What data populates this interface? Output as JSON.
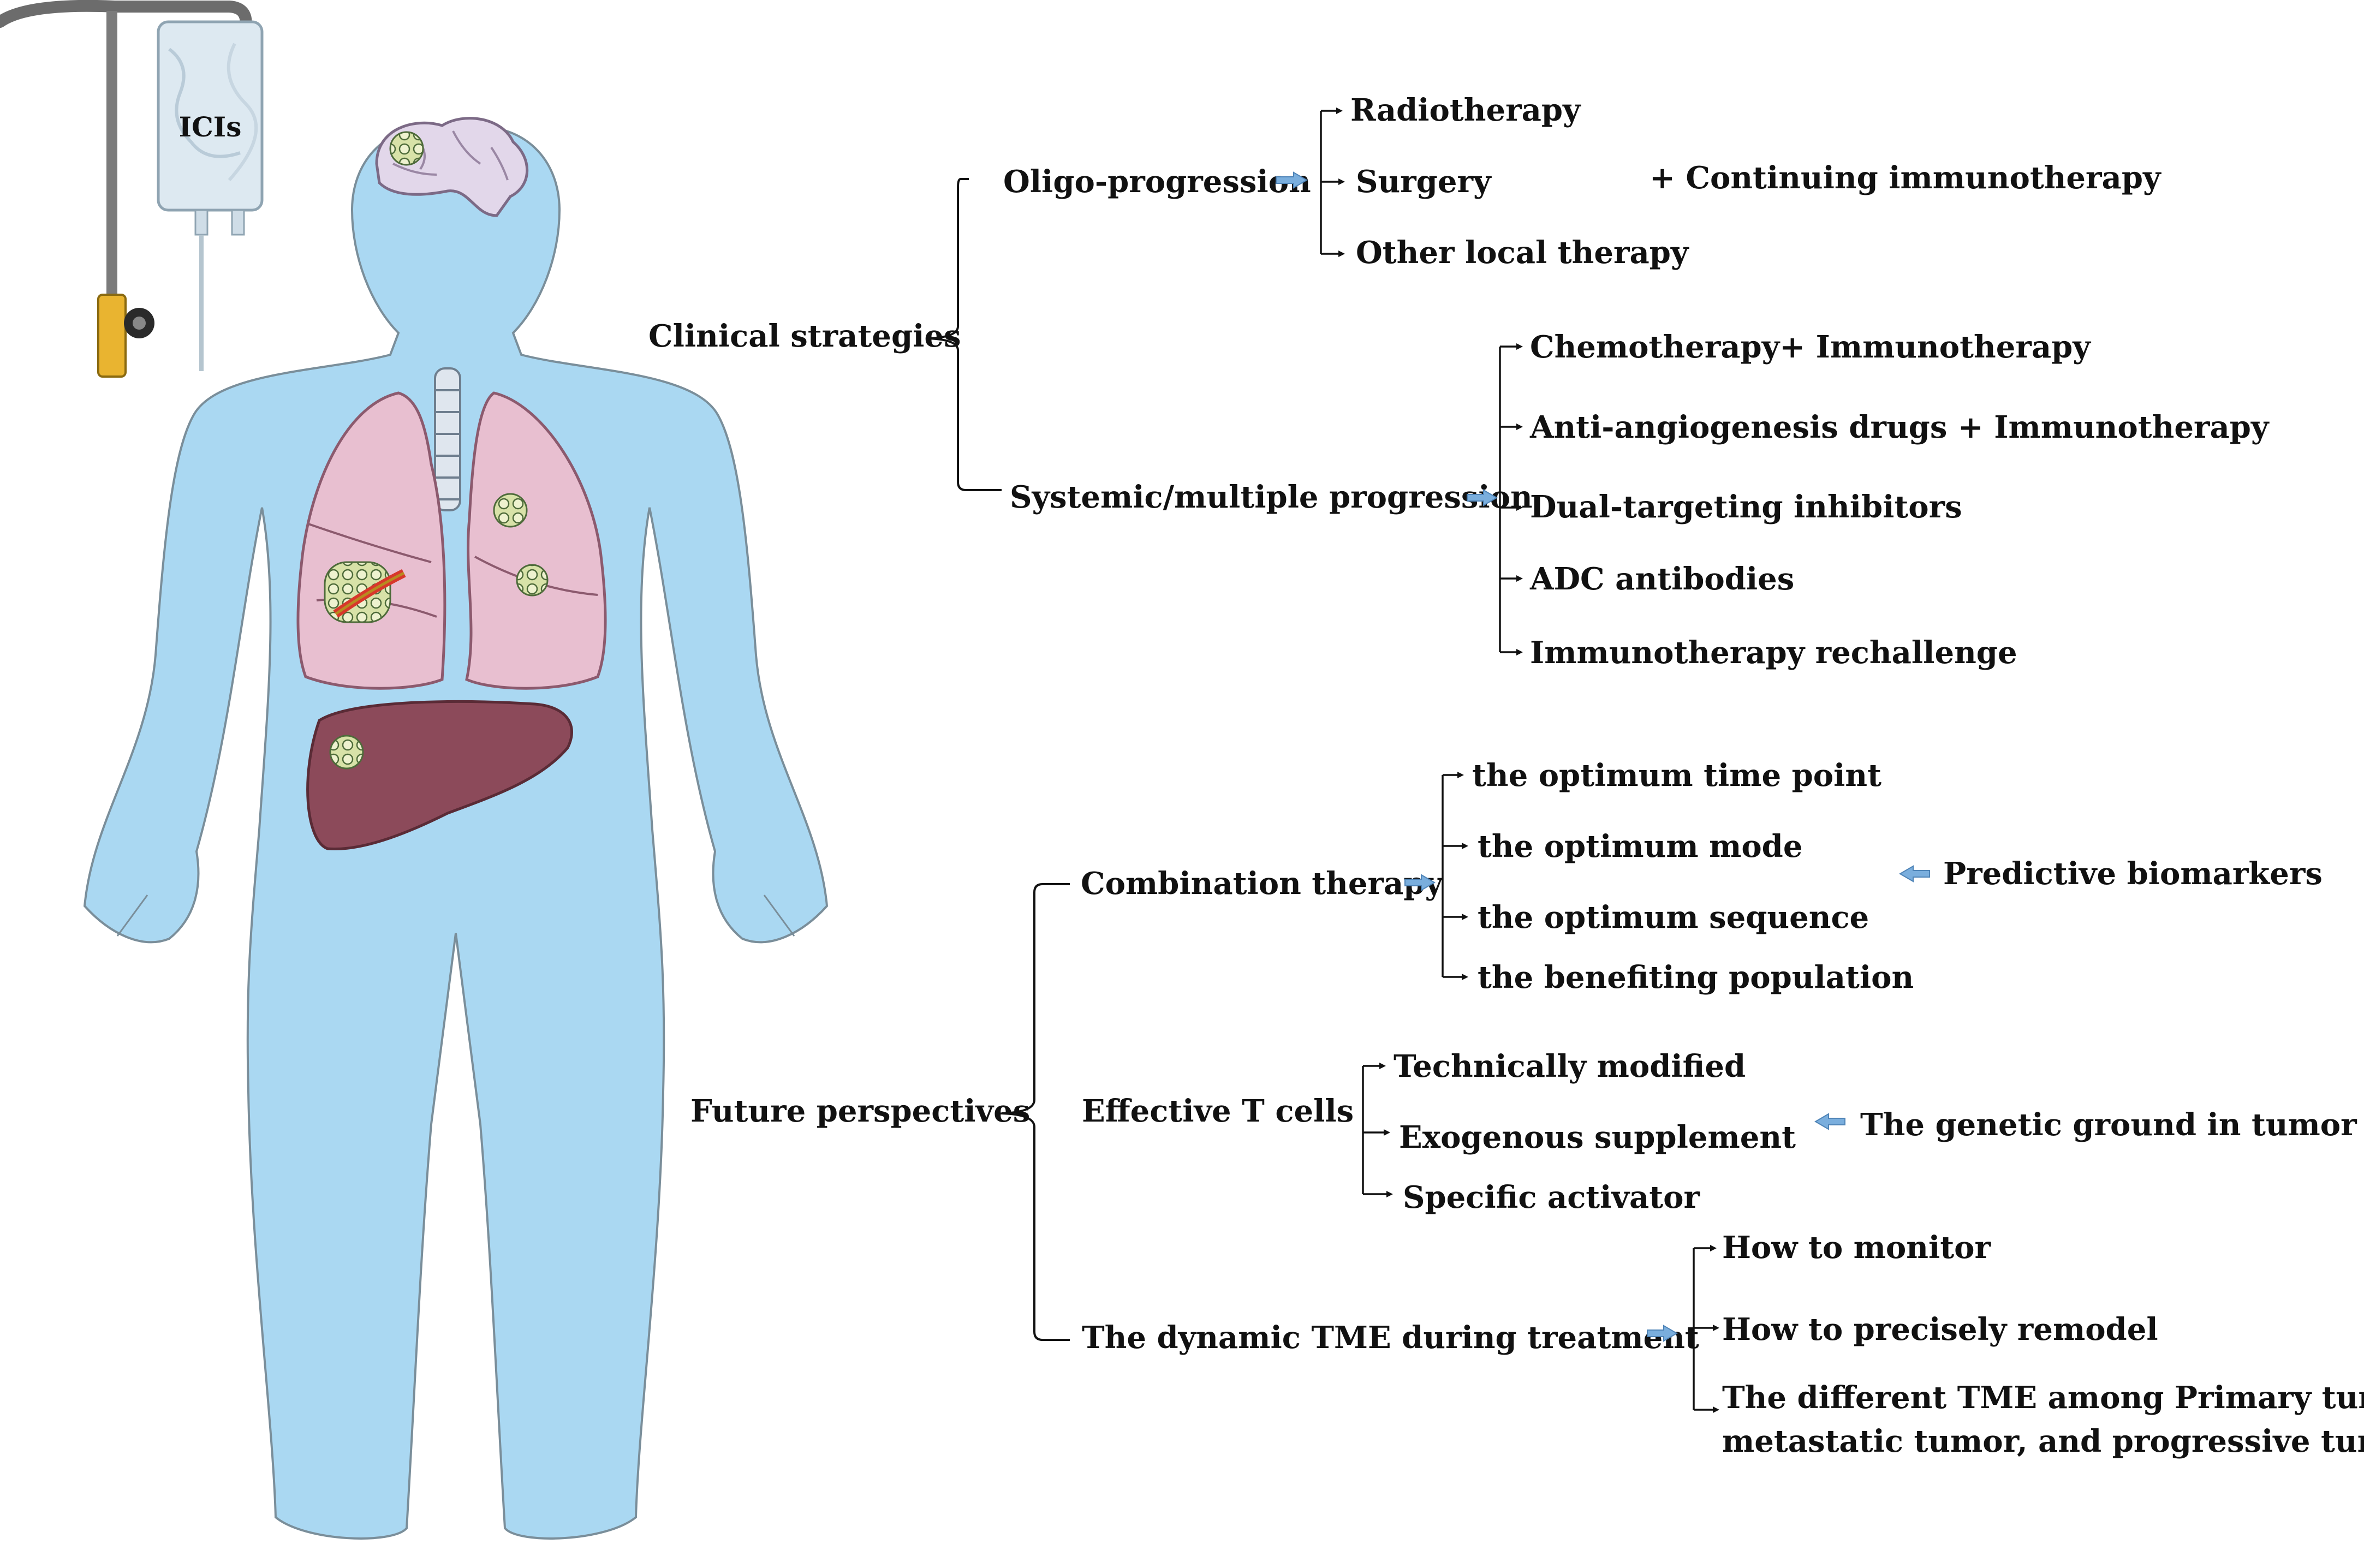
{
  "illustration": {
    "iv_bag_label": "ICIs",
    "colors": {
      "body": "#aad8f2",
      "lung": "#e8bfd0",
      "liver": "#8c4a5a",
      "brain": "#e2d7ea",
      "tumor": "#d8e2a8",
      "iv_bag": "#dde9f1",
      "clamp": "#e9b430",
      "arrow": "#7aaedd"
    }
  },
  "clinical_strategies": {
    "label": "Clinical strategies",
    "oligo": {
      "label": "Oligo-progression",
      "items": [
        "Radiotherapy",
        "Surgery",
        "Other local therapy"
      ],
      "addon": "+ Continuing immunotherapy"
    },
    "systemic": {
      "label": "Systemic/multiple progression",
      "items": [
        "Chemotherapy+ Immunotherapy",
        "Anti-angiogenesis drugs + Immunotherapy",
        "Dual-targeting inhibitors",
        "ADC antibodies",
        "Immunotherapy rechallenge"
      ]
    }
  },
  "future_perspectives": {
    "label": "Future perspectives",
    "combination": {
      "label": "Combination therapy",
      "items": [
        "the optimum time point",
        "the optimum mode",
        "the optimum sequence",
        "the benefiting population"
      ],
      "note": "Predictive biomarkers"
    },
    "t_cells": {
      "label": "Effective T cells",
      "items": [
        "Technically modified",
        "Exogenous supplement",
        "Specific activator"
      ],
      "note": "The genetic ground in tumor cells"
    },
    "tme": {
      "label": "The dynamic TME during treatment",
      "items": [
        "How to monitor",
        "How to precisely remodel",
        "The different TME among Primary tumor,",
        "metastatic tumor, and progressive tumor"
      ]
    }
  }
}
